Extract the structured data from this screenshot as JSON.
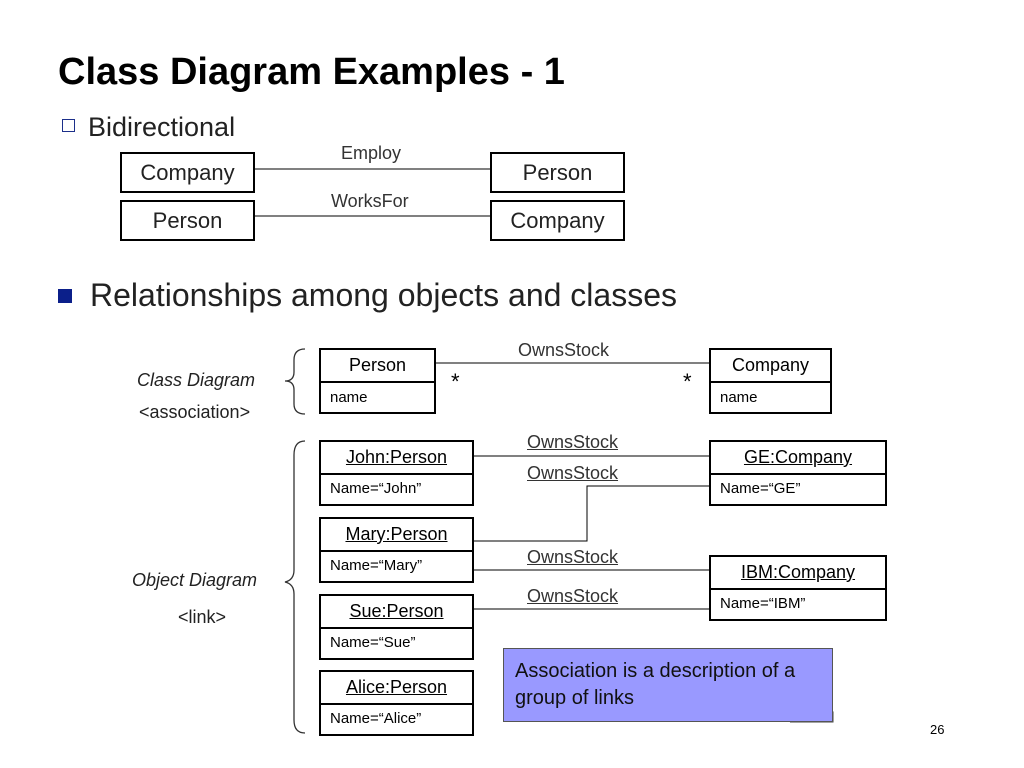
{
  "slide": {
    "title": "Class Diagram Examples - 1",
    "page_number": "26"
  },
  "bidirectional": {
    "heading": "Bidirectional",
    "rows": [
      {
        "left": "Company",
        "association": "Employ",
        "right": "Person"
      },
      {
        "left": "Person",
        "association": "WorksFor",
        "right": "Company"
      }
    ]
  },
  "relationships": {
    "heading": "Relationships among objects and classes",
    "class_diagram": {
      "label": "Class Diagram",
      "kind": "<association>",
      "left_class": {
        "name": "Person",
        "attribute": "name",
        "multiplicity": "*"
      },
      "right_class": {
        "name": "Company",
        "attribute": "name",
        "multiplicity": "*"
      },
      "association": "OwnsStock"
    },
    "object_diagram": {
      "label": "Object Diagram",
      "kind": "<link>",
      "persons": [
        {
          "name": "John:Person",
          "attribute": "Name=“John”"
        },
        {
          "name": "Mary:Person",
          "attribute": "Name=“Mary”"
        },
        {
          "name": "Sue:Person",
          "attribute": "Name=“Sue”"
        },
        {
          "name": "Alice:Person",
          "attribute": "Name=“Alice”"
        }
      ],
      "companies": [
        {
          "name": "GE:Company",
          "attribute": "Name=“GE”"
        },
        {
          "name": "IBM:Company",
          "attribute": "Name=“IBM”"
        }
      ],
      "links": [
        {
          "from": "John:Person",
          "to": "GE:Company",
          "label": "OwnsStock"
        },
        {
          "from": "Mary:Person",
          "to": "GE:Company",
          "label": "OwnsStock"
        },
        {
          "from": "Mary:Person",
          "to": "IBM:Company",
          "label": "OwnsStock"
        },
        {
          "from": "Sue:Person",
          "to": "IBM:Company",
          "label": "OwnsStock"
        }
      ]
    },
    "note": "Association is a description of a group of links",
    "note_color": "#9999ff"
  }
}
